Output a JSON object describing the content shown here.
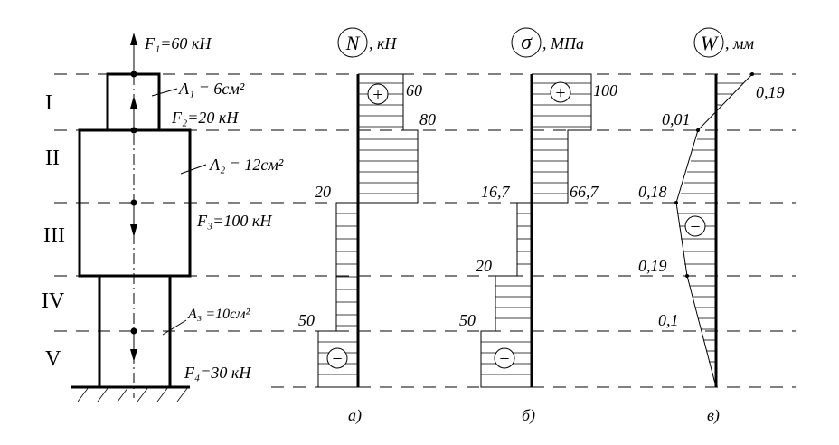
{
  "sections": [
    "I",
    "II",
    "III",
    "IV",
    "V"
  ],
  "forces": {
    "f1": "F₁=60 кН",
    "f2": "F₂=20 кН",
    "f3": "F₃=100 кН",
    "f4": "F₄=30 кН"
  },
  "areas": {
    "a1": "A₁ = 6см²",
    "a2": "A₂ = 12см²",
    "a3": "A₃ =10см²"
  },
  "diagrams": {
    "n": {
      "circle": "N",
      "unit": ", кН",
      "caption": "а)",
      "values": [
        "60",
        "80",
        "20",
        "50"
      ]
    },
    "sigma": {
      "circle": "σ",
      "unit": ", МПа",
      "caption": "б)",
      "values": [
        "100",
        "16,7",
        "66,7",
        "20",
        "50"
      ]
    },
    "w": {
      "circle": "W",
      "unit": ", мм",
      "caption": "в)",
      "values": [
        "0,19",
        "0,01",
        "0,18",
        "0,19",
        "0,1"
      ]
    }
  },
  "signs": {
    "plus": "+",
    "minus": "−"
  }
}
